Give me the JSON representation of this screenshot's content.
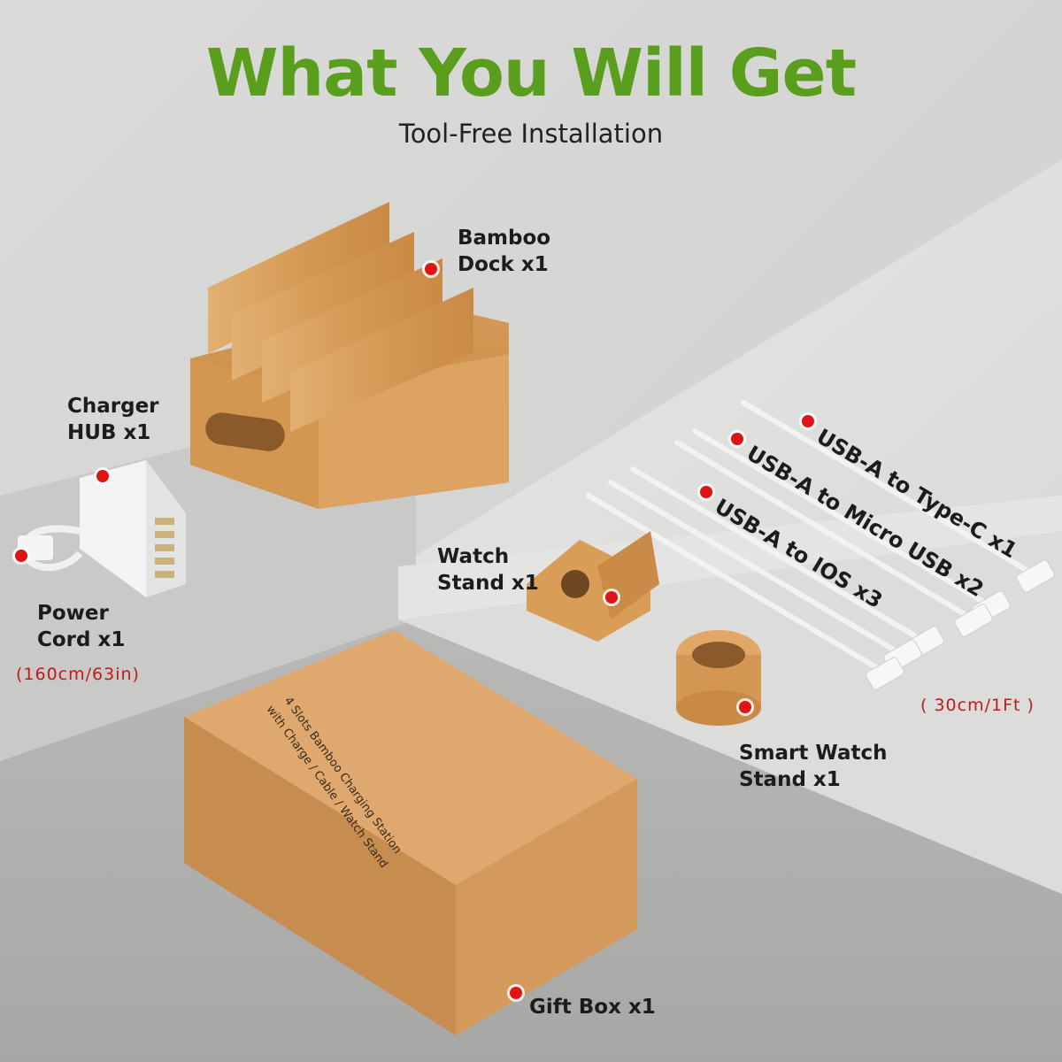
{
  "header": {
    "title": "What You Will Get",
    "subtitle": "Tool-Free Installation"
  },
  "items": {
    "bamboo_dock": [
      "Bamboo",
      "Dock x1"
    ],
    "charger_hub": [
      "Charger",
      "HUB x1"
    ],
    "power_cord": [
      "Power",
      "Cord x1"
    ],
    "power_cord_length": "(160cm/63in)",
    "watch_stand": [
      "Watch",
      "Stand x1"
    ],
    "smart_watch_stand": [
      "Smart Watch",
      "Stand x1"
    ],
    "gift_box": "Gift Box x1",
    "cable_length": "( 30cm/1Ft )"
  },
  "cables": [
    {
      "label": "USB-A to Type-C x1"
    },
    {
      "label": "USB-A to Micro USB x2"
    },
    {
      "label": "USB-A to IOS  x3"
    }
  ],
  "gift_box_print": [
    "4 Slots Bamboo Charging Station",
    "with Charge / Cable / Watch Stand"
  ],
  "colors": {
    "title_green": "#5a9e1e",
    "marker_red": "#e01414",
    "note_red": "#c31a1a",
    "bamboo": "#d9a461",
    "cardboard": "#d7a26a"
  }
}
